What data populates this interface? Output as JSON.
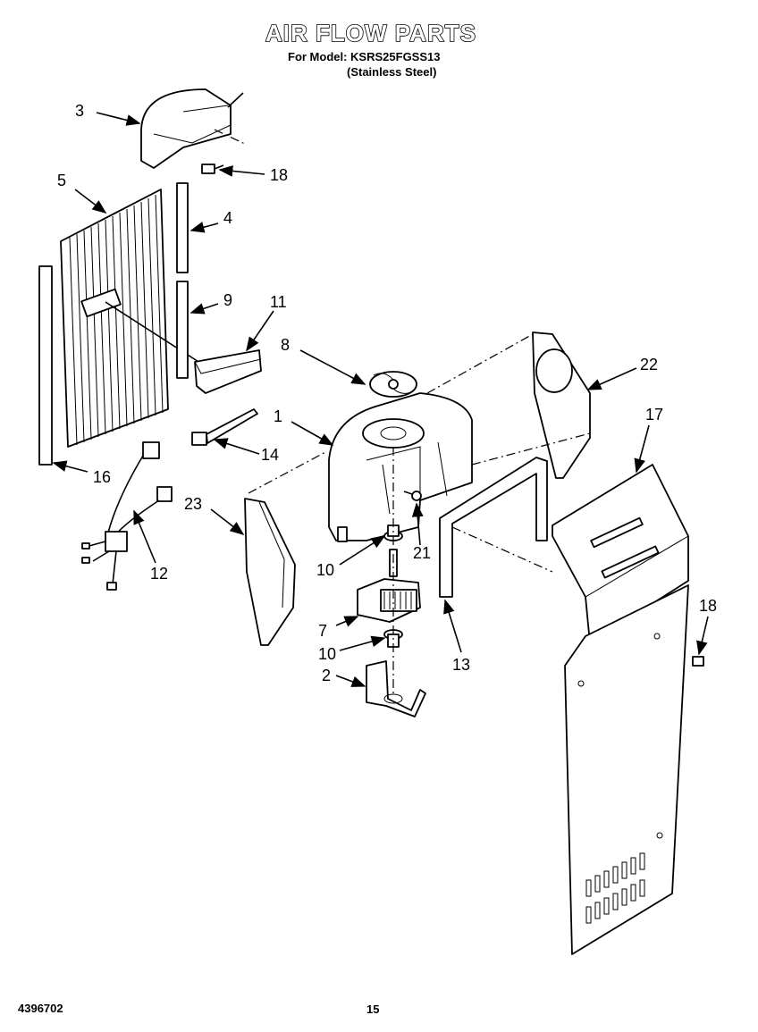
{
  "header": {
    "title": "AIR FLOW PARTS",
    "model_line": "For Model: KSRS25FGSS13",
    "finish_line": "(Stainless Steel)"
  },
  "callouts": [
    "3",
    "18",
    "5",
    "4",
    "9",
    "11",
    "8",
    "22",
    "1",
    "17",
    "14",
    "16",
    "23",
    "21",
    "10",
    "12",
    "7",
    "10",
    "18",
    "2",
    "13"
  ],
  "footer": {
    "doc_number": "4396702",
    "page_number": "15"
  }
}
